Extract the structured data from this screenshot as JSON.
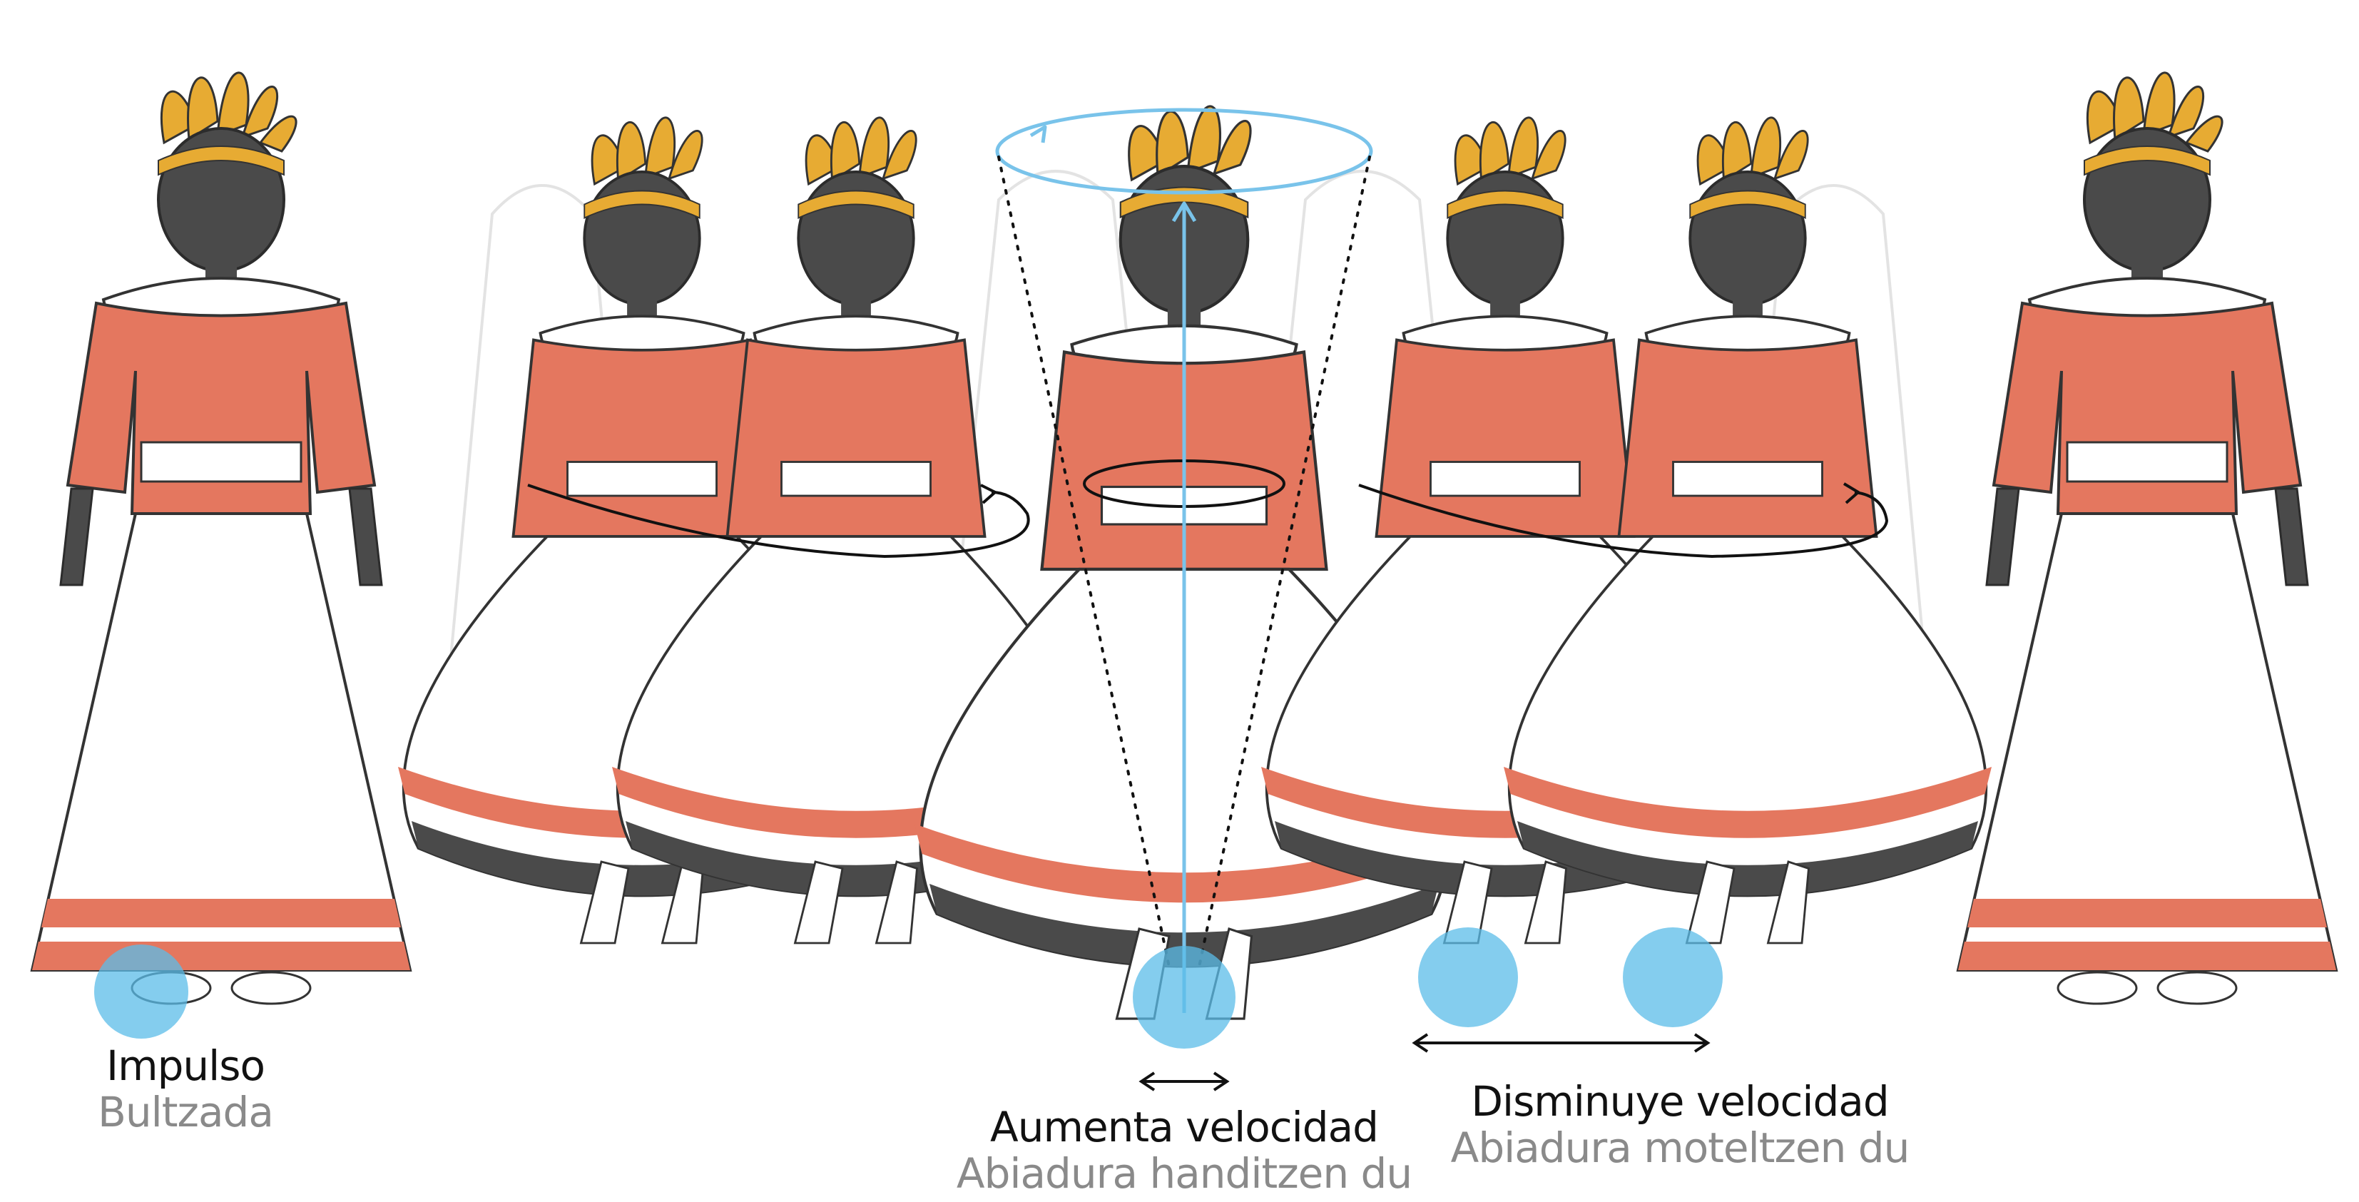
{
  "colors": {
    "skirt_orange": "#e4775f",
    "skin_dark": "#4a4a4a",
    "headdress_gold": "#e7ab33",
    "highlight_blue": "#5bbce8",
    "axis_blue": "#79c3ea",
    "ghost_outline": "#d6d6d6"
  },
  "icons": [
    "rotation-arrow-icon",
    "rotation-axis-icon",
    "foot-highlight-icon",
    "double-arrow-icon"
  ],
  "labels": {
    "impulse": {
      "es": "Impulso",
      "eu": "Bultzada"
    },
    "speed_up": {
      "es": "Aumenta velocidad",
      "eu": "Abiadura handitzen du"
    },
    "slow_down": {
      "es": "Disminuye velocidad",
      "eu": "Abiadura moteltzen du"
    }
  }
}
